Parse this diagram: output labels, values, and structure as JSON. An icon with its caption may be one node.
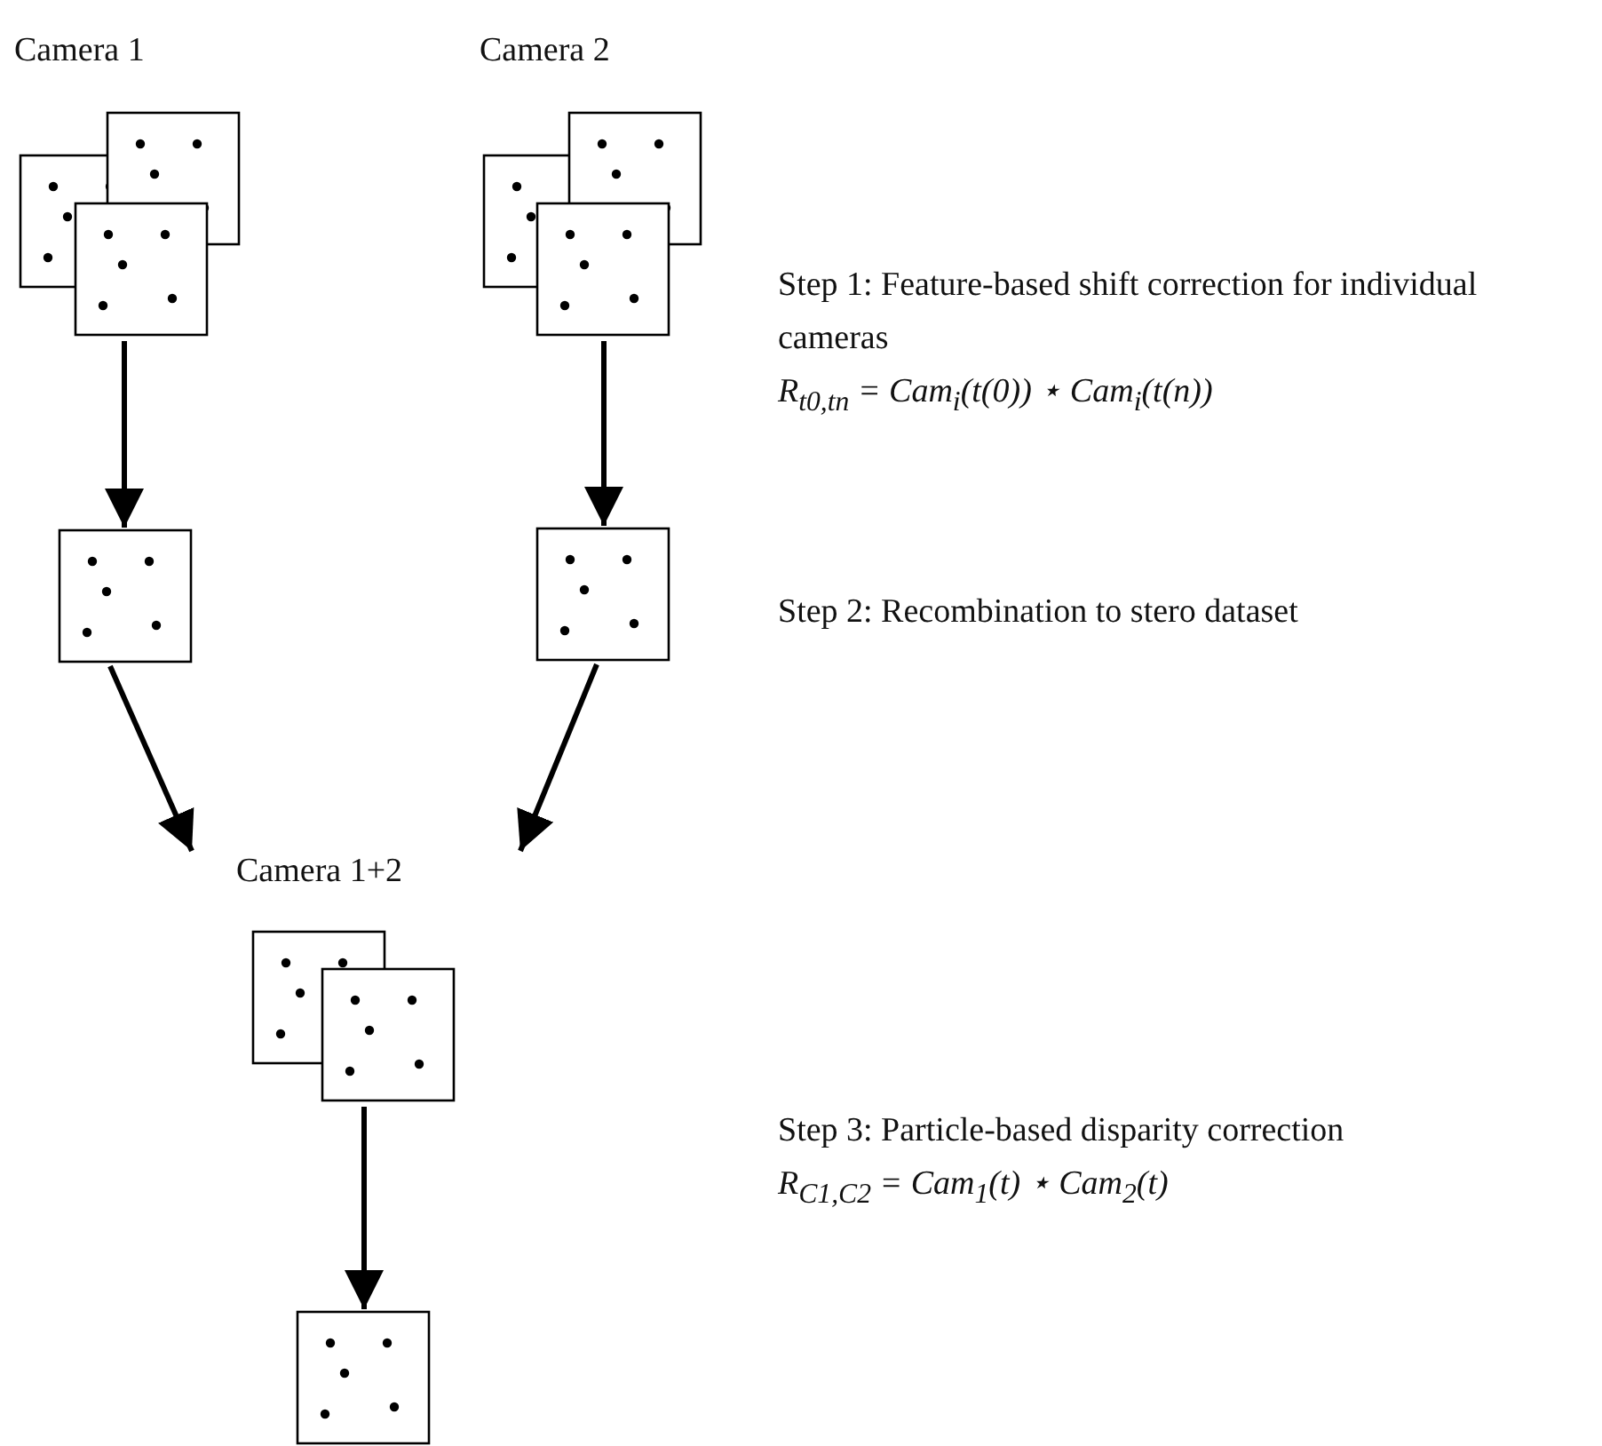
{
  "diagram": {
    "nodes": [
      {
        "text": [
          "Camera 1"
        ]
      },
      {
        "text": [],
        "shape": "picture"
      },
      {
        "text": [
          "Camera 2"
        ]
      },
      {
        "text": [],
        "shape": "picture"
      },
      {
        "text": [
          "Camera 1+2"
        ]
      },
      {
        "text": [],
        "shape": "picture"
      }
    ],
    "edges": [
      {
        "from": 0,
        "to": 1,
        "arrow": "to"
      },
      {
        "from": 2,
        "to": 3,
        "arrow": "to"
      },
      {
        "from": 1,
        "to": 4,
        "arrow": "to"
      },
      {
        "from": 3,
        "to": 4,
        "arrow": "to"
      },
      {
        "from": 4,
        "to": 5,
        "arrow": "to"
      }
    ],
    "labels": [
      "Step 1: Feature-based shift correction for individual cameras",
      "R$_{t0,tn}$ = Cam$_{i}$(t(0)) ⋆ Cam$_{i}$(t(n))",
      "Step 2: Recombination to stero dataset",
      "Step 3: Particle-based disparity correction",
      "R$_{C1,C2}$ = Cam$_{1}$(t) ⋆ Cam$_{2}$(t)"
    ]
  }
}
